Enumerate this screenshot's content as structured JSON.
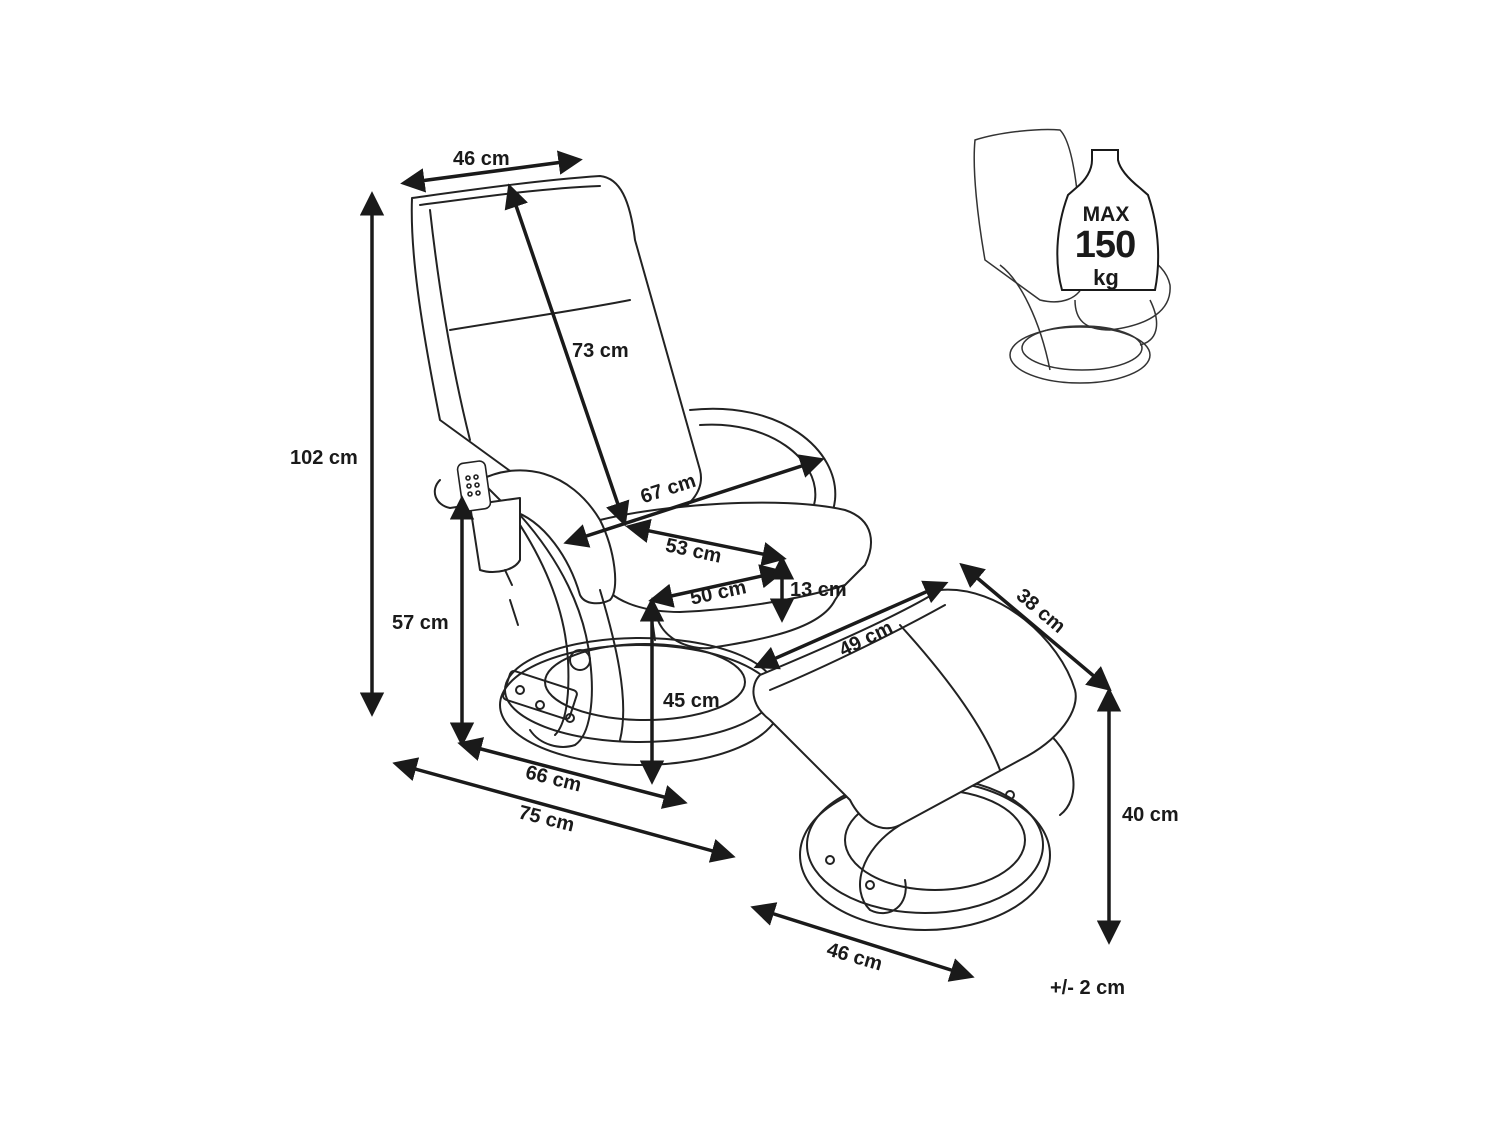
{
  "dimensions": {
    "backrest_width": "46 cm",
    "backrest_height": "73 cm",
    "total_height": "102 cm",
    "armrest_width": "67 cm",
    "seat_depth": "53 cm",
    "seat_front_width": "50 cm",
    "seat_thickness": "13 cm",
    "armrest_height": "57 cm",
    "seat_height": "45 cm",
    "base_depth": "66 cm",
    "total_depth": "75 cm",
    "footrest_width": "49 cm",
    "footrest_depth": "38 cm",
    "footrest_height": "40 cm",
    "footrest_base": "46 cm"
  },
  "tolerance": "+/- 2 cm",
  "weight_badge": {
    "line1": "MAX",
    "line2": "150",
    "line3": "kg"
  },
  "icons": [
    "recliner-chair-drawing",
    "footstool-drawing",
    "remote-control-icon",
    "weight-capacity-icon"
  ]
}
